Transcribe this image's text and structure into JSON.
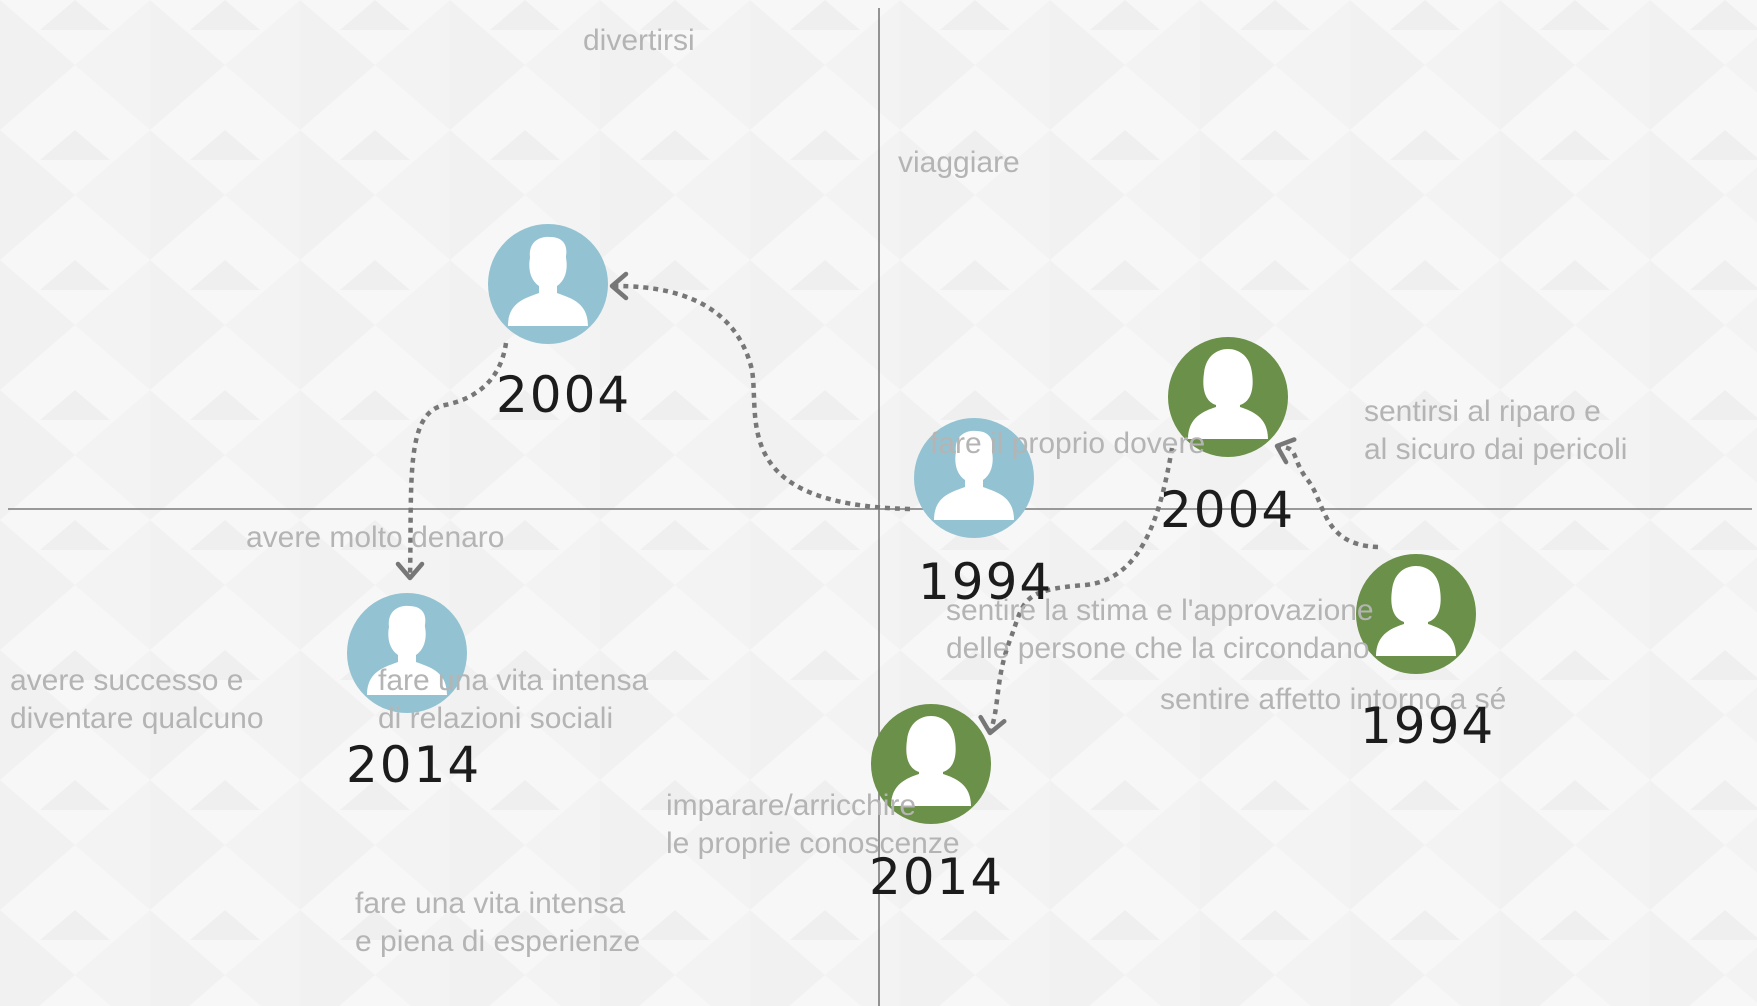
{
  "colors": {
    "male": "#93c3d2",
    "female": "#6b9049",
    "axis": "#7a7a7a",
    "label": "#b4b4b4",
    "year": "#1c1c1c",
    "arrow": "#777777"
  },
  "quadrant_labels": [
    {
      "lines": [
        "divertirsi"
      ]
    },
    {
      "lines": [
        "viaggiare"
      ]
    },
    {
      "lines": [
        "fare il proprio dovere"
      ]
    },
    {
      "lines": [
        "sentirsi al riparo e",
        "al sicuro dai pericoli"
      ]
    },
    {
      "lines": [
        "avere molto denaro"
      ]
    },
    {
      "lines": [
        "sentire la stima e l'approvazione",
        "delle persone che la circondano"
      ]
    },
    {
      "lines": [
        "sentire affetto intorno a sé"
      ]
    },
    {
      "lines": [
        "avere successo e",
        "diventare qualcuno"
      ]
    },
    {
      "lines": [
        "fare una vita intensa",
        "di relazioni sociali"
      ]
    },
    {
      "lines": [
        "imparare/arricchire",
        "le proprie conoscenze"
      ]
    },
    {
      "lines": [
        "fare una vita intensa",
        "e piena di esperienze"
      ]
    }
  ],
  "people": [
    {
      "gender": "male",
      "icon": "male-user-icon",
      "year": "1994"
    },
    {
      "gender": "male",
      "icon": "male-user-icon",
      "year": "2004"
    },
    {
      "gender": "male",
      "icon": "male-user-icon",
      "year": "2014"
    },
    {
      "gender": "female",
      "icon": "female-user-icon",
      "year": "1994"
    },
    {
      "gender": "female",
      "icon": "female-user-icon",
      "year": "2004"
    },
    {
      "gender": "female",
      "icon": "female-user-icon",
      "year": "2014"
    }
  ]
}
